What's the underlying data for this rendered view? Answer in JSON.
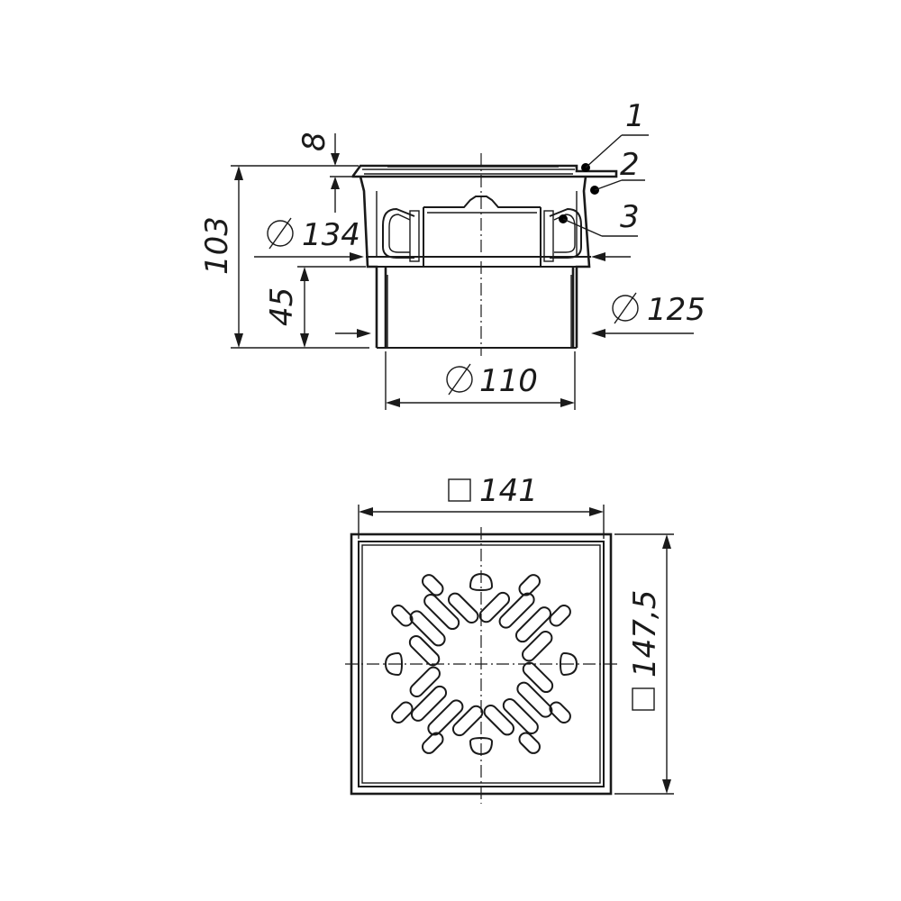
{
  "side_view": {
    "callouts": [
      "1",
      "2",
      "3"
    ],
    "dimensions": {
      "height_total": "103",
      "flange_thickness": "8",
      "outer_diameter": "134",
      "spigot_length": "45",
      "seal_diameter": "125",
      "pipe_diameter": "110"
    }
  },
  "top_view": {
    "dimensions": {
      "grate_side": "141",
      "frame_side": "147,5"
    }
  }
}
